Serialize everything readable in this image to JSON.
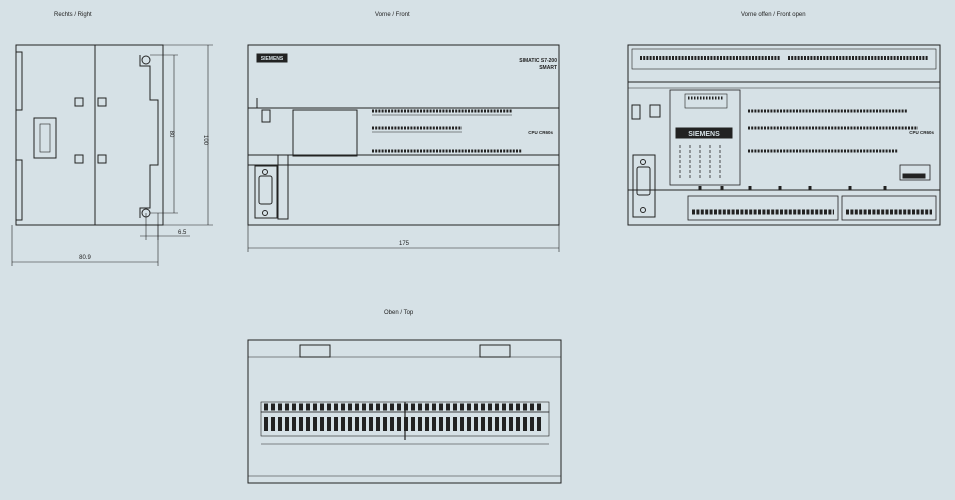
{
  "views": {
    "right_title": "Rechts / Right",
    "front_title": "Vorne / Front",
    "front_open_title": "Vorne offen / Front open",
    "top_title": "Oben / Top"
  },
  "dimensions": {
    "depth": "80.9",
    "width": "175",
    "height": "100",
    "rail_height": "80",
    "rail_offset": "6.5"
  },
  "labels": {
    "brand": "SIMATIC S7-200",
    "brand_sub": "SMART",
    "cpu": "CPU CR60s",
    "logo": "SIEMENS"
  }
}
